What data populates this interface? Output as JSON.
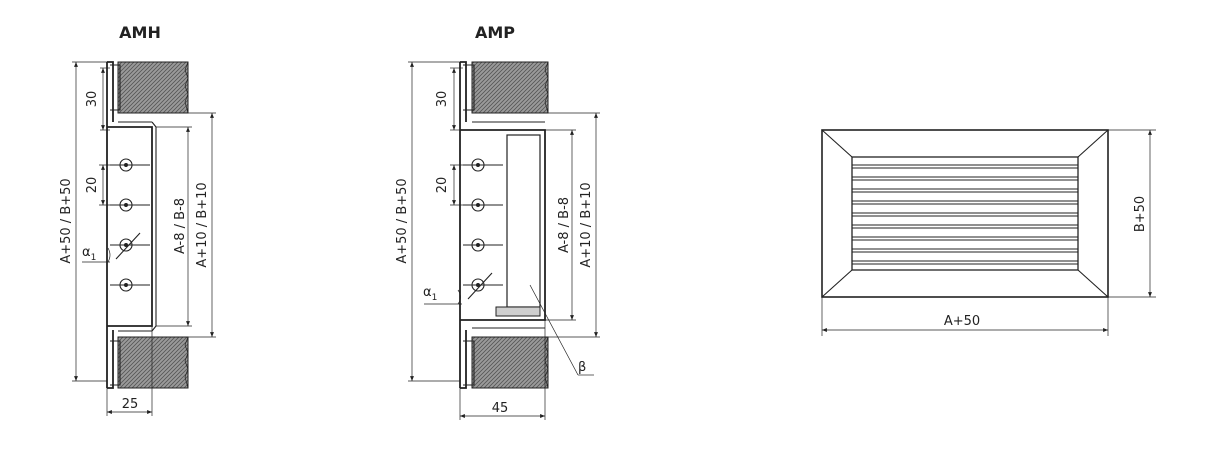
{
  "diagram": {
    "amh": {
      "title": "AMH",
      "dim_overall": "A+50 / B+50",
      "dim_top": "30",
      "dim_pitch": "20",
      "dim_angle": "α",
      "dim_angle_sub": "1",
      "dim_inner": "A-8 / B-8",
      "dim_opening": "A+10 / B+10",
      "dim_depth": "25"
    },
    "amp": {
      "title": "AMP",
      "dim_overall": "A+50 / B+50",
      "dim_top": "30",
      "dim_pitch": "20",
      "dim_angle": "α",
      "dim_angle_sub": "1",
      "dim_inner": "A-8 / B-8",
      "dim_opening": "A+10 / B+10",
      "dim_damper": "β",
      "dim_depth": "45"
    },
    "front": {
      "dim_height": "B+50",
      "dim_width": "A+50"
    }
  }
}
